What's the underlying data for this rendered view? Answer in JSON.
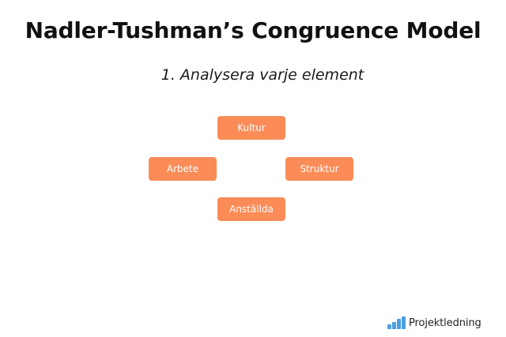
{
  "slide": {
    "title": "Nadler-Tushman’s Congruence Model",
    "subtitle": "1. Analysera varje element"
  },
  "diagram": {
    "box_color": "#fb8c57",
    "elements": {
      "top": "Kultur",
      "left": "Arbete",
      "right": "Struktur",
      "bottom": "Anställda"
    }
  },
  "branding": {
    "logo_text": "Projektledning",
    "logo_icon": "bar-chart-icon",
    "logo_color": "#4a9fe0"
  }
}
